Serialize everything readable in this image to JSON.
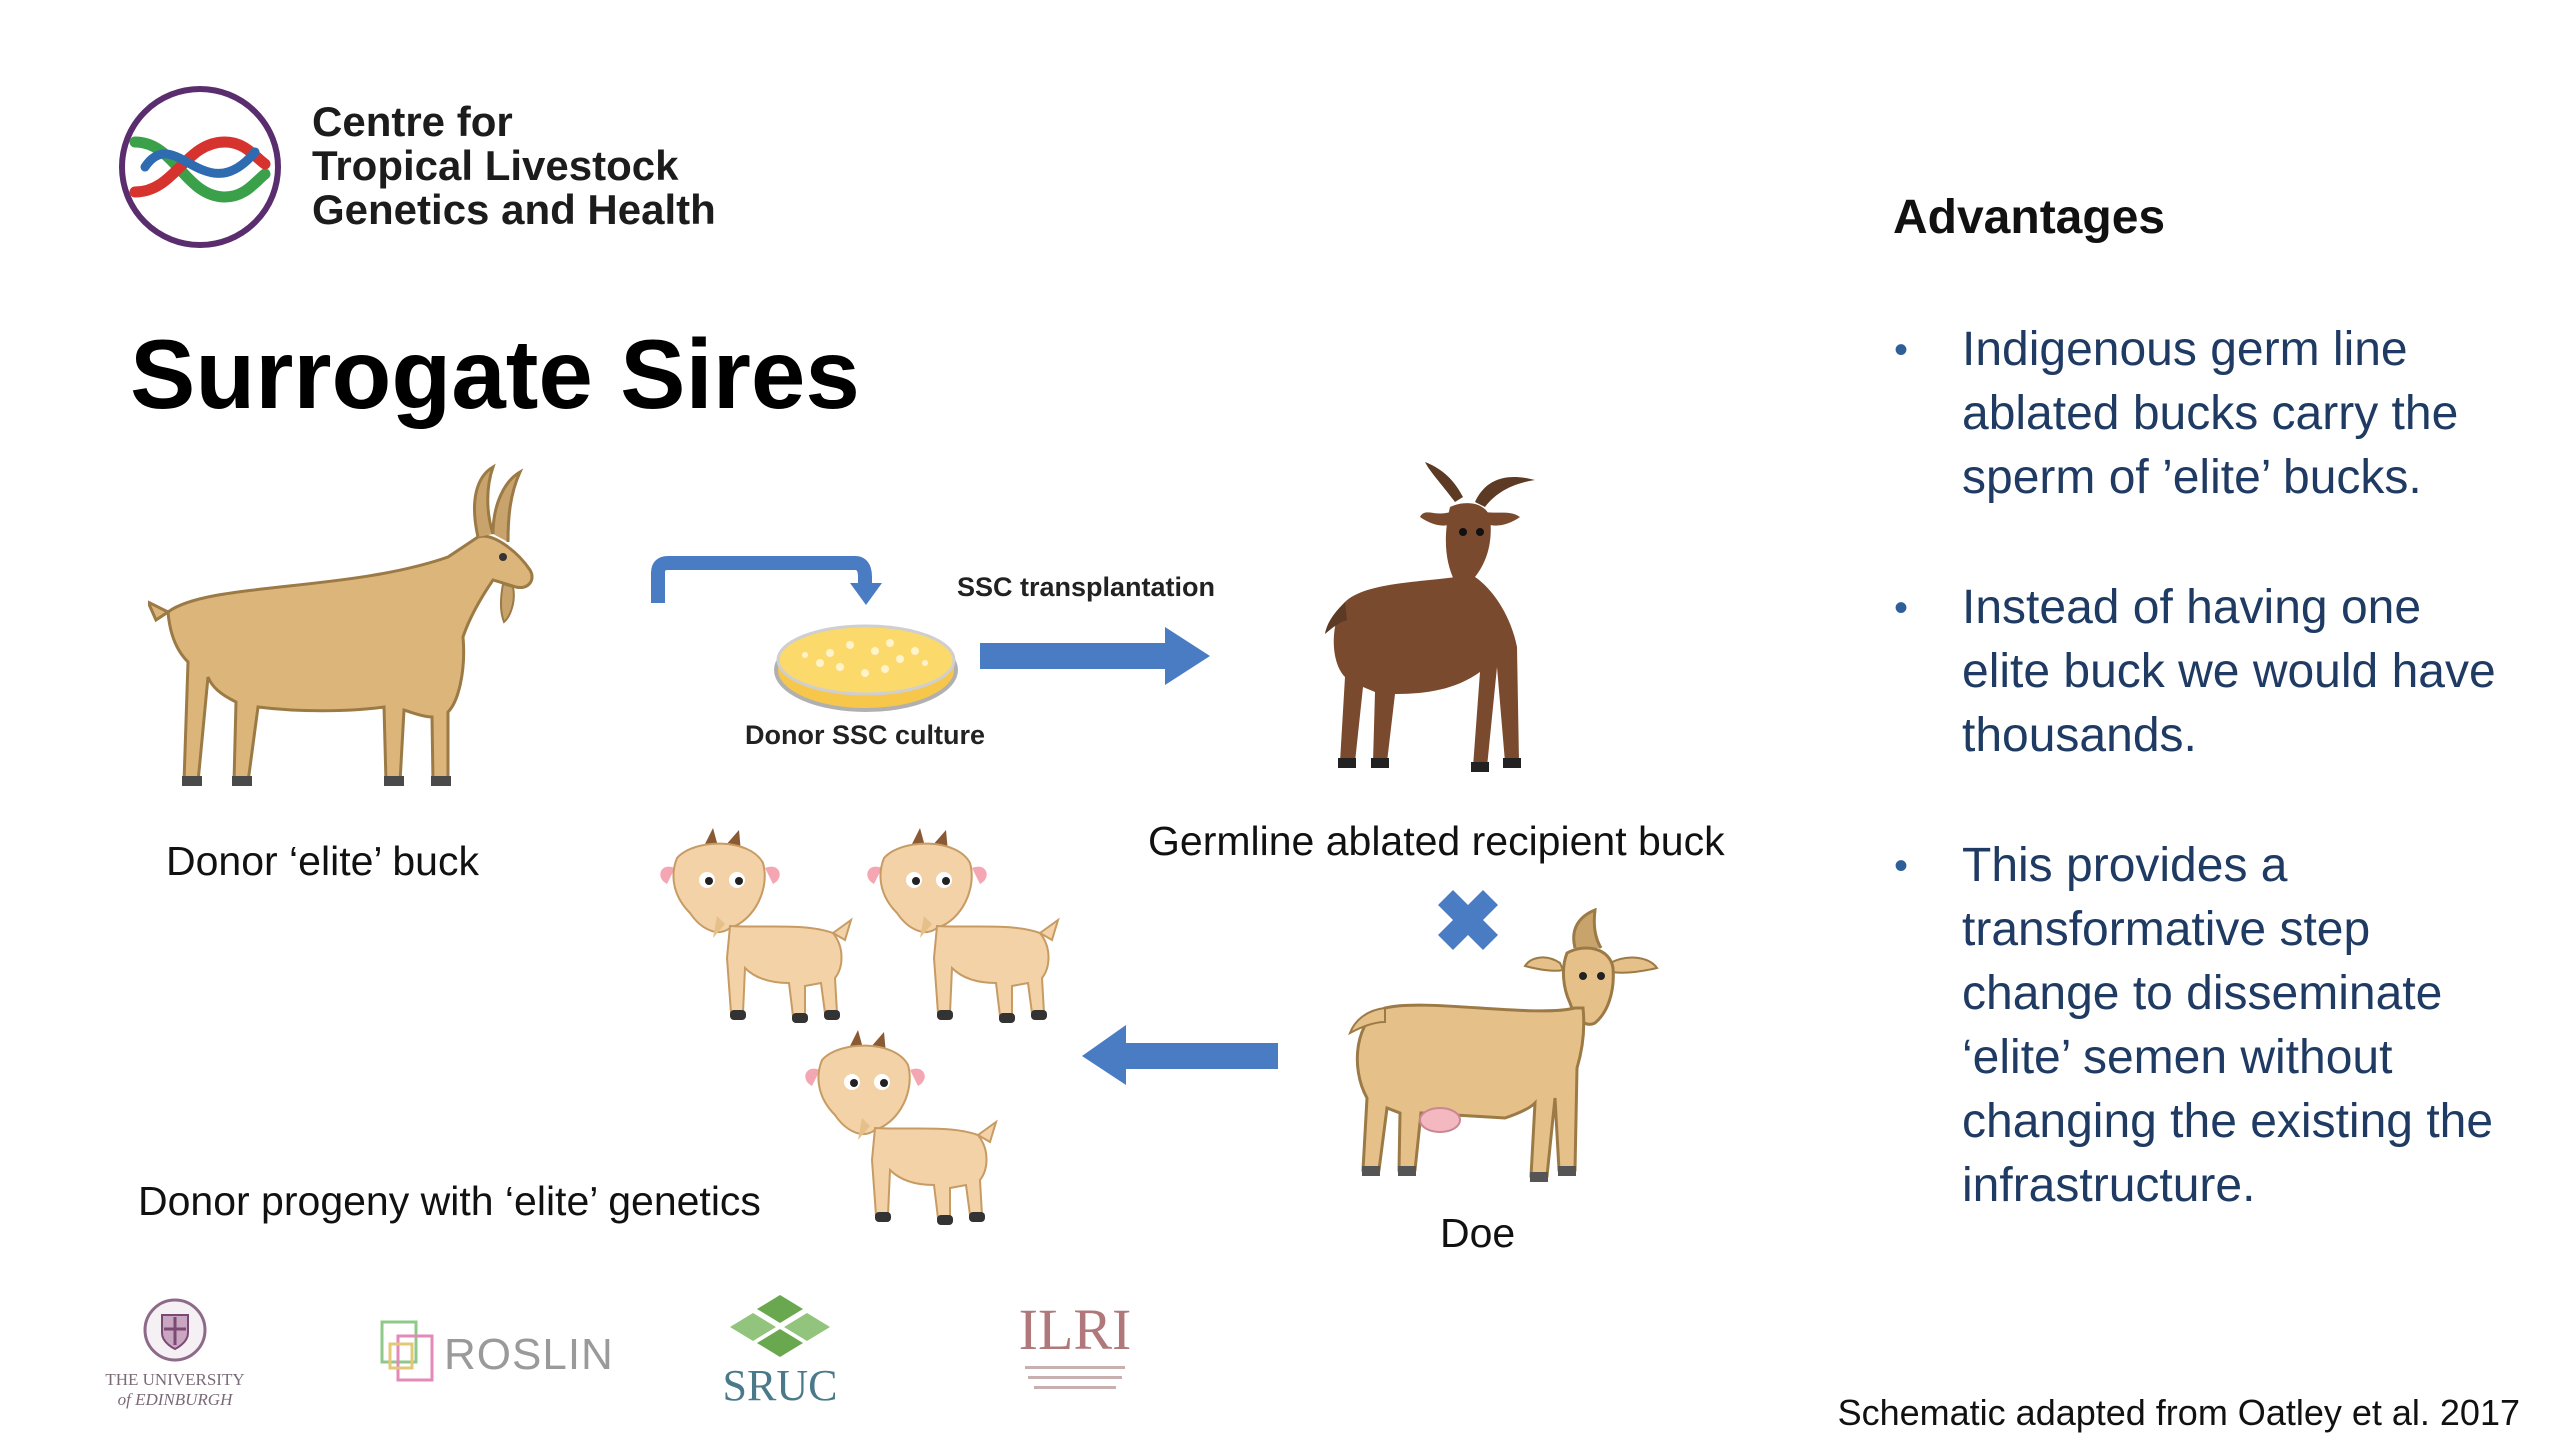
{
  "header": {
    "org_line1": "Centre for",
    "org_line2": "Tropical Livestock",
    "org_line3": "Genetics and Health",
    "title": "Surrogate Sires"
  },
  "diagram": {
    "donor_label": "Donor ‘elite’ buck",
    "culture_label": "Donor SSC culture",
    "transplant_label": "SSC transplantation",
    "recipient_label": "Germline ablated recipient buck",
    "doe_label": "Doe",
    "progeny_label": "Donor progeny with ‘elite’ genetics"
  },
  "advantages": {
    "heading": "Advantages",
    "items": [
      "Indigenous germ line ablated bucks carry the sperm of ’elite’ bucks.",
      "Instead of having one elite buck we would have thousands.",
      "This provides a transformative step change to disseminate ‘elite’ semen without changing the existing the infrastructure."
    ]
  },
  "footer": {
    "edinburgh_line1": "THE UNIVERSITY",
    "edinburgh_line2": "of EDINBURGH",
    "roslin": "ROSLIN",
    "sruc": "SRUC",
    "ilri": "ILRI",
    "citation": "Schematic adapted from Oatley et al. 2017"
  },
  "colors": {
    "accent_blue": "#4a7cc4",
    "text_blue": "#1f3b63",
    "goat_tan": "#dcb57a",
    "goat_brown": "#7a4a2e",
    "kid_tan": "#f2d2a6"
  }
}
